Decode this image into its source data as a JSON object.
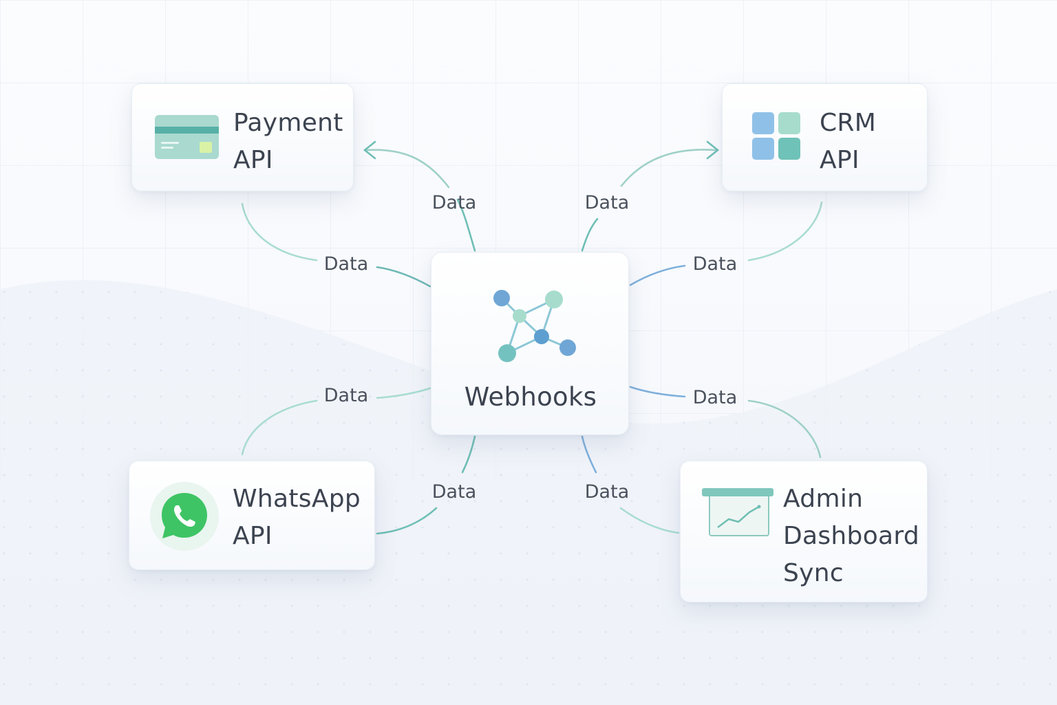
{
  "colors": {
    "teal": "#6fc2b4",
    "blue": "#7fb0dc",
    "card_text": "#3c4350",
    "whatsapp_green": "#3ec465"
  },
  "hub": {
    "label": "Webhooks",
    "icon": "network-graph-icon"
  },
  "nodes": {
    "payment": {
      "line1": "Payment",
      "line2": "API",
      "icon": "credit-card-icon"
    },
    "crm": {
      "line1": "CRM",
      "line2": "API",
      "icon": "grid-tiles-icon"
    },
    "whatsapp": {
      "line1": "WhatsApp",
      "line2": "API",
      "icon": "whatsapp-phone-icon"
    },
    "admin": {
      "line1": "Admin",
      "line2": "Dashboard",
      "line3": "Sync",
      "icon": "line-chart-window-icon"
    }
  },
  "edge_labels": {
    "payment_top": "Data",
    "payment_side": "Data",
    "crm_top": "Data",
    "crm_side": "Data",
    "whatsapp_side": "Data",
    "whatsapp_bottom": "Data",
    "admin_side": "Data",
    "admin_bottom": "Data"
  }
}
